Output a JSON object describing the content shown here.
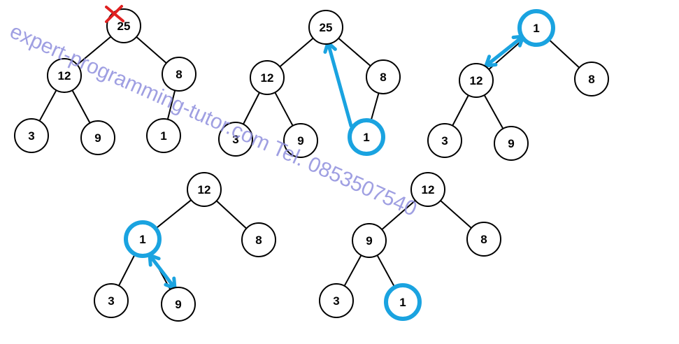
{
  "watermark": {
    "text": "expert-programming-tutor.com Tel. 0853507540",
    "color": "#8f8fdd"
  },
  "colors": {
    "highlight": "#1aa3e0",
    "remove_mark": "#e02020",
    "node_stroke": "#000000"
  },
  "diagrams": [
    {
      "id": "step1",
      "nodes": [
        {
          "id": "a",
          "label": "25",
          "mark": "remove-x"
        },
        {
          "id": "b",
          "label": "12"
        },
        {
          "id": "c",
          "label": "8"
        },
        {
          "id": "d",
          "label": "3"
        },
        {
          "id": "e",
          "label": "9"
        },
        {
          "id": "f",
          "label": "1"
        }
      ]
    },
    {
      "id": "step2",
      "nodes": [
        {
          "id": "a",
          "label": "25"
        },
        {
          "id": "b",
          "label": "12"
        },
        {
          "id": "c",
          "label": "8"
        },
        {
          "id": "d",
          "label": "3"
        },
        {
          "id": "e",
          "label": "9"
        },
        {
          "id": "f",
          "label": "1",
          "highlight": true
        }
      ],
      "arrow": "1 to root"
    },
    {
      "id": "step3",
      "nodes": [
        {
          "id": "a",
          "label": "1",
          "highlight": true
        },
        {
          "id": "b",
          "label": "12"
        },
        {
          "id": "c",
          "label": "8"
        },
        {
          "id": "d",
          "label": "3"
        },
        {
          "id": "e",
          "label": "9"
        }
      ],
      "arrow": "swap 1 and 12"
    },
    {
      "id": "step4",
      "nodes": [
        {
          "id": "a",
          "label": "12"
        },
        {
          "id": "b",
          "label": "1",
          "highlight": true
        },
        {
          "id": "c",
          "label": "8"
        },
        {
          "id": "d",
          "label": "3"
        },
        {
          "id": "e",
          "label": "9"
        }
      ],
      "arrow": "swap 1 and 9"
    },
    {
      "id": "step5",
      "nodes": [
        {
          "id": "a",
          "label": "12"
        },
        {
          "id": "b",
          "label": "9"
        },
        {
          "id": "c",
          "label": "8"
        },
        {
          "id": "d",
          "label": "3"
        },
        {
          "id": "e",
          "label": "1",
          "highlight": true
        }
      ]
    }
  ]
}
